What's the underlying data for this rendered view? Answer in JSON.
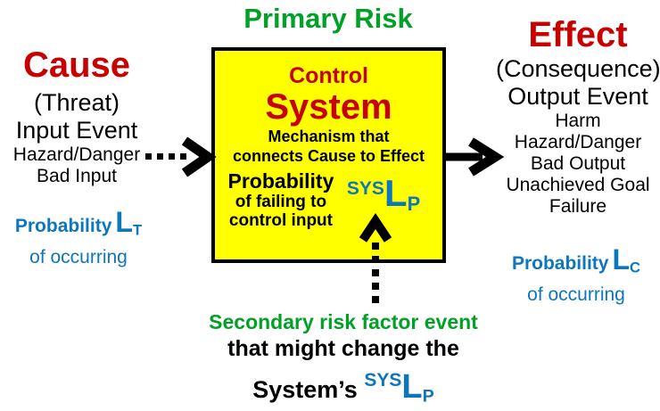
{
  "colors": {
    "cause_effect_red": "#C80000",
    "risk_green": "#00A125",
    "probability_blue": "#0E76BC",
    "system_yellow": "#FFFF00",
    "arrow_black": "#000000"
  },
  "primary_risk_label": "Primary Risk",
  "cause": {
    "heading": "Cause",
    "threat": "(Threat)",
    "input_event": "Input Event",
    "hazard": "Hazard/Danger",
    "bad_input": "Bad Input",
    "probability": "Probability",
    "symbol": "L",
    "symbol_sub": "T",
    "occurring": "of occurring"
  },
  "system_box": {
    "control": "Control",
    "system": "System",
    "mechanism_line1": "Mechanism that",
    "mechanism_line2": "connects Cause to Effect",
    "probability": "Probability",
    "failing_line1": "of failing to",
    "failing_line2": "control input",
    "sys_sup": "SYS",
    "symbol": "L",
    "symbol_sub": "P"
  },
  "effect": {
    "heading": "Effect",
    "consequence": "(Consequence)",
    "output_event": "Output Event",
    "outcomes": [
      "Harm",
      "Hazard/Danger",
      "Bad Output",
      "Unachieved Goal",
      "Failure"
    ],
    "probability": "Probability",
    "symbol": "L",
    "symbol_sub": "C",
    "occurring": "of occurring"
  },
  "secondary": {
    "line1": "Secondary risk factor event",
    "line2": "that might change the",
    "line3_prefix": "System’s",
    "sys_sup": "SYS",
    "symbol": "L",
    "symbol_sub": "P"
  }
}
